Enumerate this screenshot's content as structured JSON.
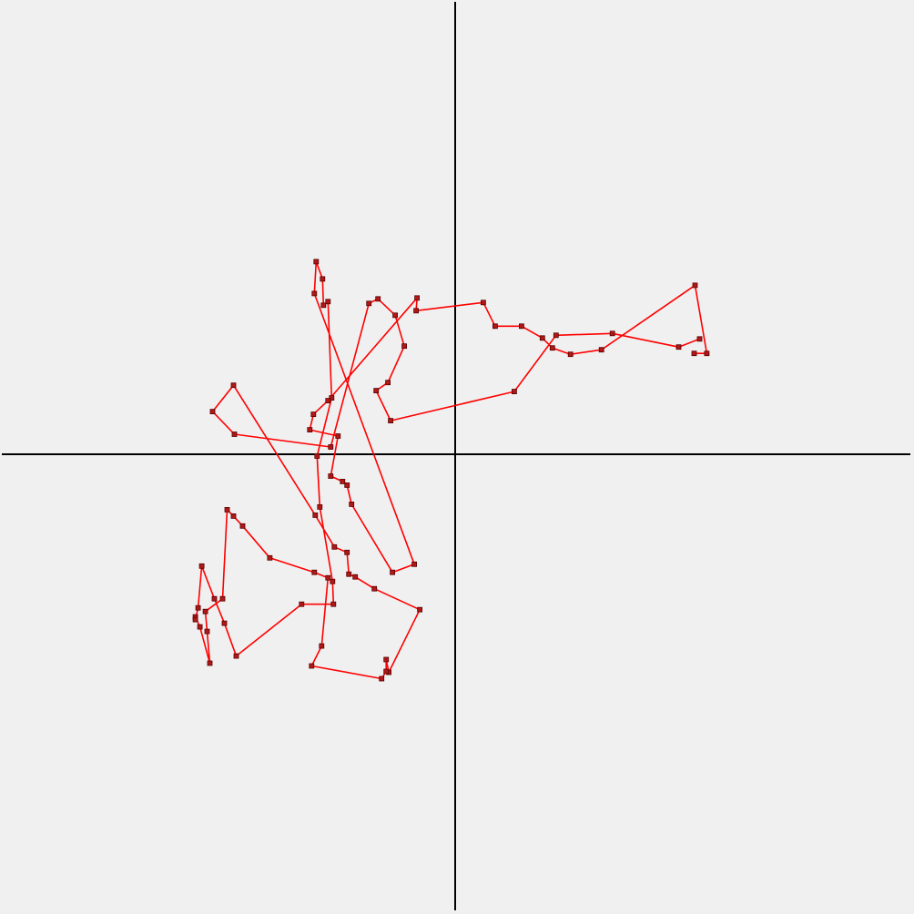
{
  "colors": {
    "background": "#f0f0f0",
    "axis": "#000000",
    "path_line": "#ff0000",
    "point_fill": "#b01818",
    "point_stroke": "#5a0000"
  },
  "chart_data": {
    "type": "line",
    "title": "",
    "xlabel": "",
    "ylabel": "",
    "xlim": [
      -500,
      500
    ],
    "ylim": [
      -500,
      500
    ],
    "grid": false,
    "legend": "none",
    "axes_cross_at_origin": true,
    "markers": "square",
    "series": [
      {
        "points": [
          [
            268,
            127
          ],
          [
            245,
            118
          ],
          [
            172,
            133
          ],
          [
            110,
            131
          ],
          [
            64,
            69
          ],
          [
            -72,
            37
          ],
          [
            -88,
            70
          ],
          [
            -75,
            79
          ],
          [
            -57,
            119
          ],
          [
            -67,
            153
          ],
          [
            -86,
            171
          ],
          [
            -96,
            166
          ],
          [
            -138,
            8
          ],
          [
            -244,
            22
          ],
          [
            -268,
            47
          ],
          [
            -245,
            76
          ],
          [
            -155,
            -67
          ],
          [
            -134,
            -102
          ],
          [
            -120,
            -108
          ],
          [
            -118,
            -132
          ],
          [
            -111,
            -135
          ],
          [
            -90,
            -148
          ],
          [
            -40,
            -171
          ],
          [
            -74,
            -240
          ],
          [
            -77,
            -226
          ],
          [
            -77,
            -239
          ],
          [
            -82,
            -247
          ],
          [
            -159,
            -233
          ],
          [
            -148,
            -211
          ],
          [
            -141,
            -136
          ],
          [
            -156,
            -130
          ],
          [
            -205,
            -114
          ],
          [
            -235,
            -79
          ],
          [
            -245,
            -68
          ],
          [
            -252,
            -61
          ],
          [
            -257,
            -159
          ],
          [
            -276,
            -173
          ],
          [
            -274,
            -195
          ],
          [
            -271,
            -230
          ],
          [
            -282,
            -190
          ],
          [
            -287,
            -179
          ],
          [
            -287,
            -182
          ],
          [
            -284,
            -169
          ],
          [
            -280,
            -123
          ],
          [
            -266,
            -159
          ],
          [
            -255,
            -186
          ],
          [
            -242,
            -222
          ],
          [
            -170,
            -165
          ],
          [
            -135,
            -165
          ],
          [
            -136,
            -140
          ],
          [
            -150,
            -58
          ],
          [
            -153,
            -2
          ],
          [
            -137,
            62
          ],
          [
            -141,
            168
          ],
          [
            -146,
            164
          ],
          [
            -147,
            193
          ],
          [
            -154,
            212
          ],
          [
            -156,
            177
          ],
          [
            -46,
            -121
          ],
          [
            -70,
            -130
          ],
          [
            -115,
            -55
          ],
          [
            -120,
            -34
          ],
          [
            -125,
            -30
          ],
          [
            -138,
            -24
          ],
          [
            -130,
            20
          ],
          [
            -161,
            27
          ],
          [
            -157,
            44
          ],
          [
            -141,
            59
          ],
          [
            -43,
            172
          ],
          [
            -44,
            158
          ],
          [
            30,
            167
          ],
          [
            43,
            141
          ],
          [
            72,
            141
          ],
          [
            95,
            128
          ],
          [
            106,
            117
          ],
          [
            126,
            110
          ],
          [
            160,
            115
          ],
          [
            263,
            186
          ],
          [
            276,
            111
          ],
          [
            262,
            111
          ]
        ]
      }
    ]
  }
}
